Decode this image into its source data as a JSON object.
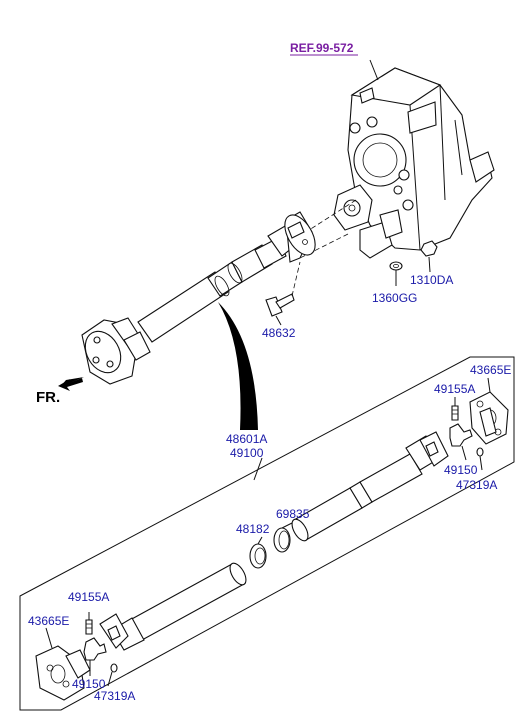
{
  "labels": {
    "ref": "REF.99-572",
    "l1310da": "1310DA",
    "l1360gg": "1360GG",
    "l48632": "48632",
    "l48601a": "48601A",
    "l49100": "49100",
    "fr": "FR.",
    "l43665e_top": "43665E",
    "l49155a_top": "49155A",
    "l49150_top": "49150",
    "l47319a_top": "47319A",
    "l69835": "69835",
    "l48182": "48182",
    "l49155a_bot": "49155A",
    "l43665e_bot": "43665E",
    "l49150_bot": "49150",
    "l47319a_bot": "47319A"
  },
  "colors": {
    "label_blue": "#1a1aa8",
    "ref_purple": "#7a1fa2",
    "line": "#111111"
  }
}
